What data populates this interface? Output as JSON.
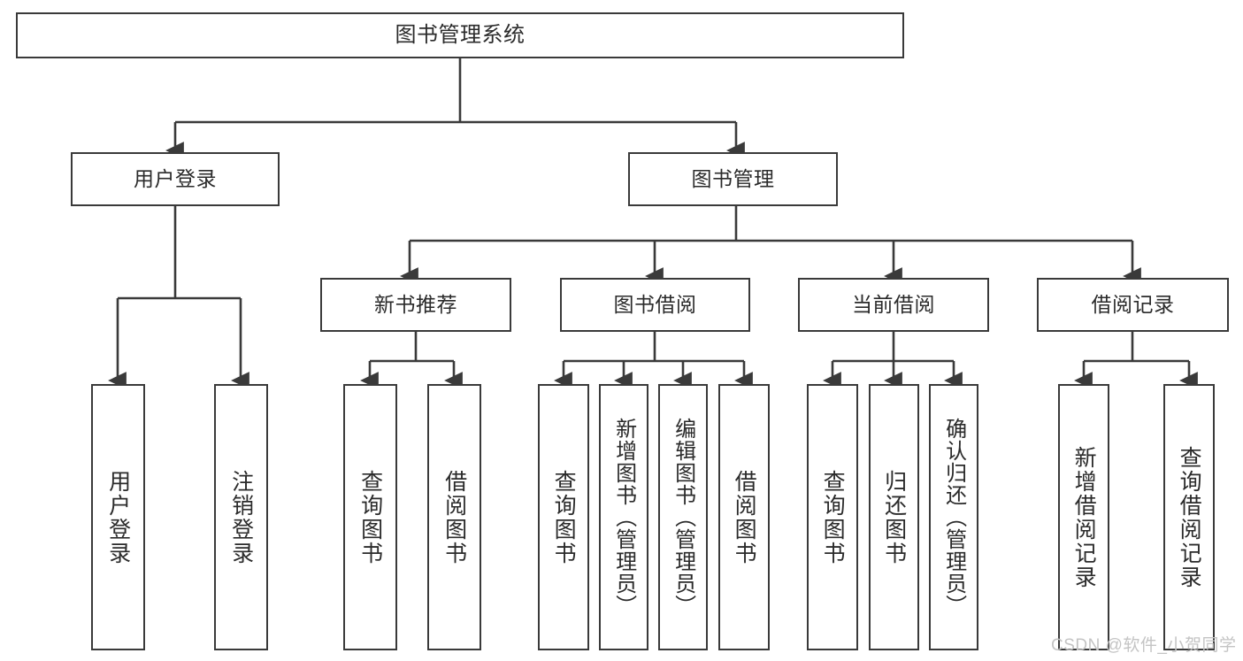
{
  "diagram": {
    "title": "图书管理系统",
    "root": {
      "label": "图书管理系统"
    },
    "level1": [
      {
        "label": "用户登录"
      },
      {
        "label": "图书管理"
      }
    ],
    "level2": [
      {
        "label": "新书推荐"
      },
      {
        "label": "图书借阅"
      },
      {
        "label": "当前借阅"
      },
      {
        "label": "借阅记录"
      }
    ],
    "leaves": {
      "user_login": [
        {
          "label": "用户登录"
        },
        {
          "label": "注销登录"
        }
      ],
      "new_book_recommend": [
        {
          "label": "查询图书"
        },
        {
          "label": "借阅图书"
        }
      ],
      "book_borrow": [
        {
          "label": "查询图书"
        },
        {
          "label": "新增图书（管理员）"
        },
        {
          "label": "编辑图书（管理员）"
        },
        {
          "label": "借阅图书"
        }
      ],
      "current_borrow": [
        {
          "label": "查询图书"
        },
        {
          "label": "归还图书"
        },
        {
          "label": "确认归还（管理员）"
        }
      ],
      "borrow_record": [
        {
          "label": "新增借阅记录"
        },
        {
          "label": "查询借阅记录"
        }
      ]
    },
    "watermark": "CSDN @软件_小贺同学",
    "colors": {
      "border": "#3a3a3a",
      "text": "#2b2b2b",
      "background": "#ffffff",
      "watermark": "#c4c4c4"
    }
  }
}
